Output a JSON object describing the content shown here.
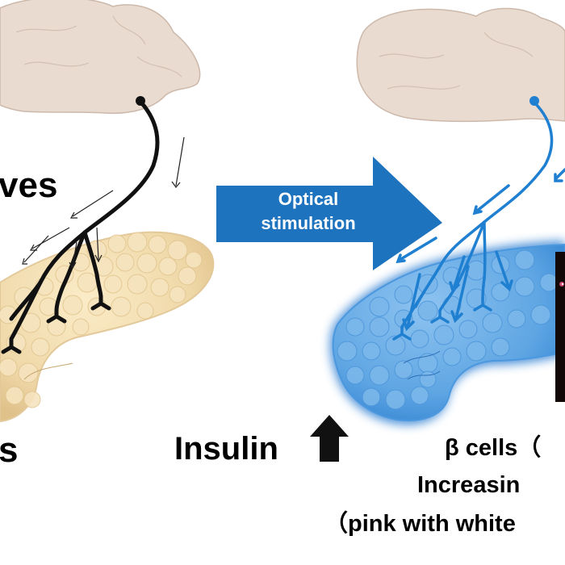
{
  "labels": {
    "nerves_fragment": "ves",
    "pancreas_fragment": "s",
    "insulin": "Insulin",
    "beta_cells": "β cells（",
    "increasing": "Increasin",
    "pink_with_white": "（pink with white"
  },
  "optical_arrow": {
    "line1": "Optical",
    "line2": "stimulation"
  },
  "colors": {
    "brain": "#e8d8cc",
    "nerve_left": "#111111",
    "nerve_right": "#1f7fd0",
    "pancreas_left": "#f1dcb0",
    "pancreas_right": "#6aaee8",
    "arrow": "#1e73be"
  }
}
